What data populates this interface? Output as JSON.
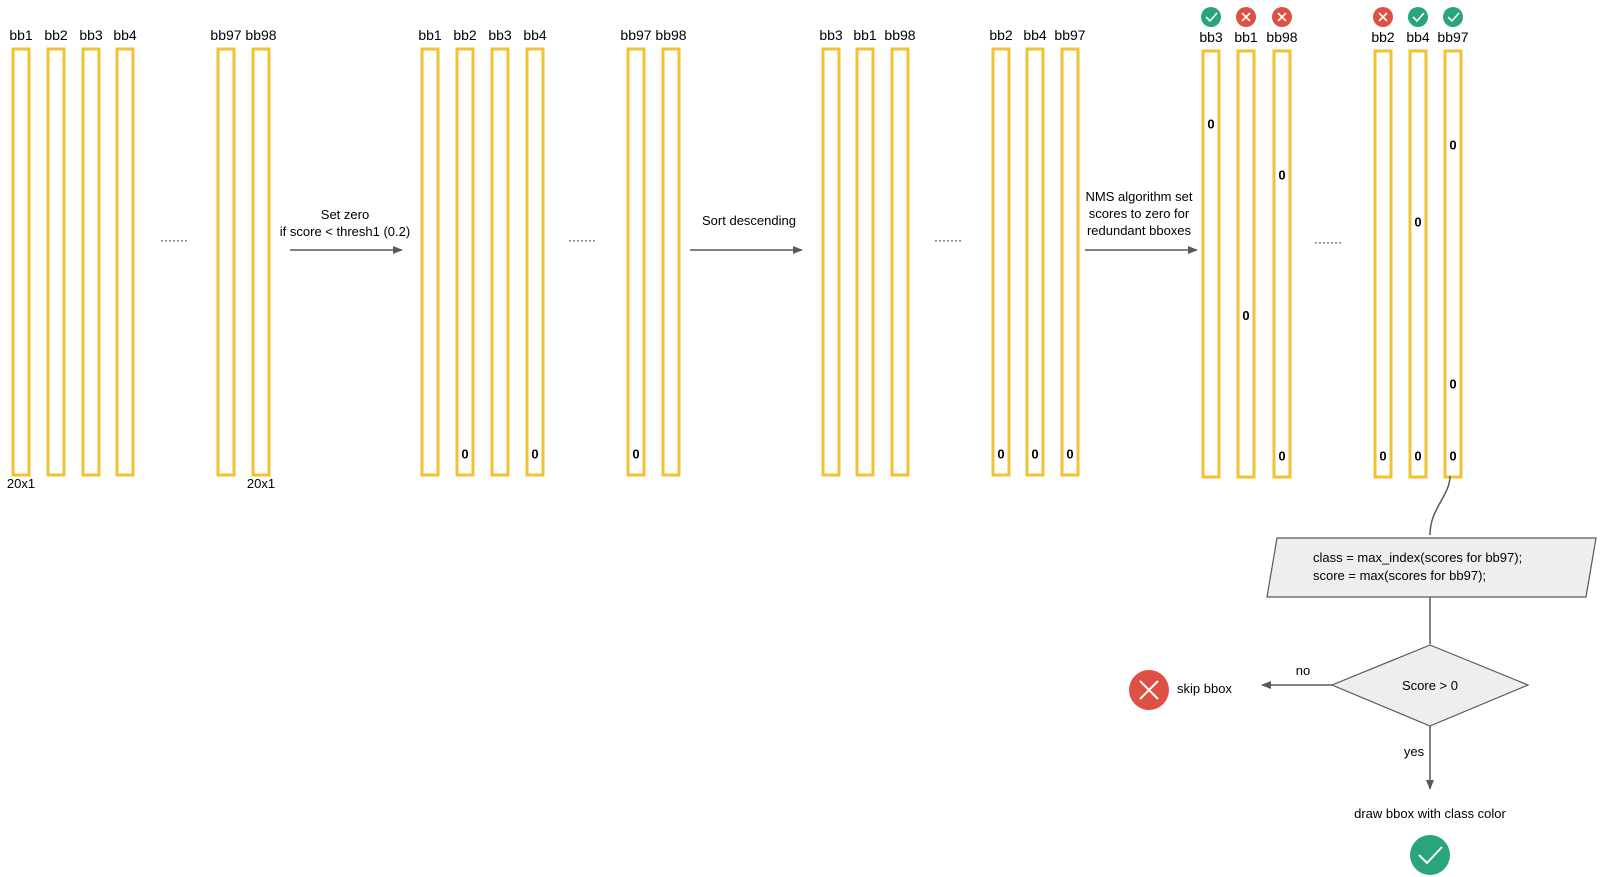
{
  "stages": [
    {
      "columns": [
        {
          "label": "bb1",
          "size_label": "20x1",
          "zeros": [],
          "status": null
        },
        {
          "label": "bb2",
          "zeros": [],
          "status": null
        },
        {
          "label": "bb3",
          "zeros": [],
          "status": null
        },
        {
          "label": "bb4",
          "zeros": [],
          "status": null
        },
        {
          "label": "bb97",
          "zeros": [],
          "status": null
        },
        {
          "label": "bb98",
          "size_label": "20x1",
          "zeros": [],
          "status": null
        }
      ]
    },
    {
      "columns": [
        {
          "label": "bb1",
          "zeros": [],
          "status": null
        },
        {
          "label": "bb2",
          "zeros": [
            {
              "text": "0",
              "level": 0.95
            }
          ],
          "status": null
        },
        {
          "label": "bb3",
          "zeros": [],
          "status": null
        },
        {
          "label": "bb4",
          "zeros": [
            {
              "text": "0",
              "level": 0.95
            }
          ],
          "status": null
        },
        {
          "label": "bb97",
          "zeros": [
            {
              "text": "0",
              "level": 0.95
            }
          ],
          "status": null
        },
        {
          "label": "bb98",
          "zeros": [],
          "status": null
        }
      ]
    },
    {
      "columns": [
        {
          "label": "bb3",
          "zeros": [],
          "status": null
        },
        {
          "label": "bb1",
          "zeros": [],
          "status": null
        },
        {
          "label": "bb98",
          "zeros": [],
          "status": null
        },
        {
          "label": "bb2",
          "zeros": [
            {
              "text": "0",
              "level": 0.95
            }
          ],
          "status": null
        },
        {
          "label": "bb4",
          "zeros": [
            {
              "text": "0",
              "level": 0.95
            }
          ],
          "status": null
        },
        {
          "label": "bb97",
          "zeros": [
            {
              "text": "0",
              "level": 0.95
            }
          ],
          "status": null
        }
      ]
    },
    {
      "columns": [
        {
          "label": "bb3",
          "zeros": [
            {
              "text": "0",
              "level": 0.17
            }
          ],
          "status": "check"
        },
        {
          "label": "bb1",
          "zeros": [
            {
              "text": "0",
              "level": 0.62
            }
          ],
          "status": "cross"
        },
        {
          "label": "bb98",
          "zeros": [
            {
              "text": "0",
              "level": 0.29
            },
            {
              "text": "0",
              "level": 0.95
            }
          ],
          "status": "cross"
        },
        {
          "label": "bb2",
          "zeros": [
            {
              "text": "0",
              "level": 0.95
            }
          ],
          "status": "cross"
        },
        {
          "label": "bb4",
          "zeros": [
            {
              "text": "0",
              "level": 0.4
            },
            {
              "text": "0",
              "level": 0.95
            }
          ],
          "status": "check"
        },
        {
          "label": "bb97",
          "zeros": [
            {
              "text": "0",
              "level": 0.22
            },
            {
              "text": "0",
              "level": 0.78
            },
            {
              "text": "0",
              "level": 0.95
            }
          ],
          "status": "check"
        }
      ]
    }
  ],
  "ellipsis": "·······",
  "arrows": [
    {
      "lines": [
        "Set zero",
        "if score < thresh1 (0.2)"
      ]
    },
    {
      "lines": [
        "Sort descending"
      ]
    },
    {
      "lines": [
        "NMS algorithm set",
        "scores to zero for",
        "redundant bboxes"
      ]
    }
  ],
  "flow": {
    "process_lines": [
      "class = max_index(scores for bb97);",
      "score = max(scores for bb97);"
    ],
    "decision": "Score > 0",
    "no_label": "no",
    "yes_label": "yes",
    "skip_label": "skip bbox",
    "draw_label": "draw bbox with class color"
  },
  "colors": {
    "column_border": "#f1c232",
    "check": "#2aa47a",
    "cross": "#dd5144",
    "connector": "#595959",
    "process_fill": "#eeeeee"
  }
}
